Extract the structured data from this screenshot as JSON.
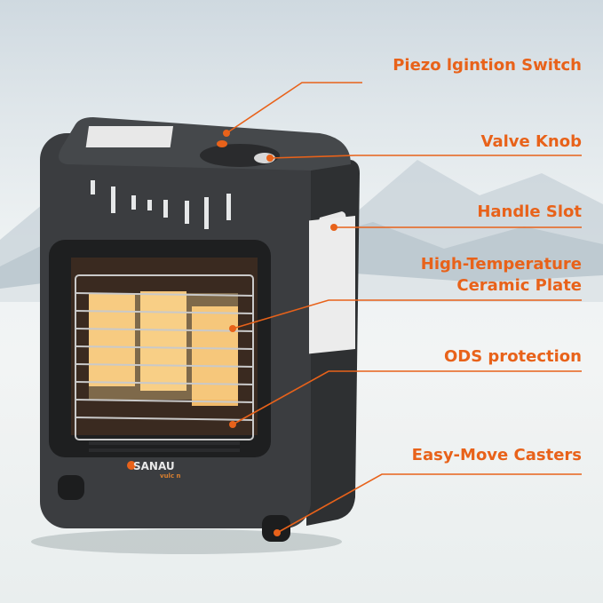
{
  "labels": {
    "piezo": "Piezo lgintion Switch",
    "valve": "Valve Knob",
    "handle": "Handle Slot",
    "ceramic_line1": "High-Temperature",
    "ceramic_line2": "Ceramic Plate",
    "ods": "ODS protection",
    "casters": "Easy-Move Casters"
  },
  "brand": {
    "name": "SANAU",
    "model": "vulc n"
  },
  "colors": {
    "accent": "#e8621a",
    "body": "#3a3c3e"
  }
}
